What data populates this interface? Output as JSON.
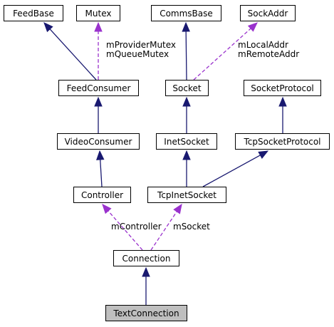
{
  "colors": {
    "inheritance_edge": "#191970",
    "usage_edge": "#9a32cd",
    "node_border": "#000000",
    "node_fill": "#ffffff",
    "current_node_fill": "#bfbfbf"
  },
  "nodes": {
    "feedbase": "FeedBase",
    "mutex": "Mutex",
    "commsbase": "CommsBase",
    "sockaddr": "SockAddr",
    "feedconsumer": "FeedConsumer",
    "socket": "Socket",
    "socketprotocol": "SocketProtocol",
    "videoconsumer": "VideoConsumer",
    "inetsocket": "InetSocket",
    "tcpsocketprotocol": "TcpSocketProtocol",
    "controller": "Controller",
    "tcpinetsocket": "TcpInetSocket",
    "connection": "Connection",
    "textconnection": "TextConnection"
  },
  "edge_labels": {
    "mutex_members": [
      "mProviderMutex",
      "mQueueMutex"
    ],
    "sockaddr_members": [
      "mLocalAddr",
      "mRemoteAddr"
    ],
    "controller_member": "mController",
    "socket_member": "mSocket"
  },
  "edges": [
    {
      "from": "feedconsumer",
      "to": "feedbase",
      "kind": "inheritance"
    },
    {
      "from": "feedconsumer",
      "to": "mutex",
      "kind": "usage"
    },
    {
      "from": "socket",
      "to": "commsbase",
      "kind": "inheritance"
    },
    {
      "from": "socket",
      "to": "sockaddr",
      "kind": "usage"
    },
    {
      "from": "videoconsumer",
      "to": "feedconsumer",
      "kind": "inheritance"
    },
    {
      "from": "inetsocket",
      "to": "socket",
      "kind": "inheritance"
    },
    {
      "from": "tcpsocketprotocol",
      "to": "socketprotocol",
      "kind": "inheritance"
    },
    {
      "from": "controller",
      "to": "videoconsumer",
      "kind": "inheritance"
    },
    {
      "from": "tcpinetsocket",
      "to": "inetsocket",
      "kind": "inheritance"
    },
    {
      "from": "tcpinetsocket",
      "to": "tcpsocketprotocol",
      "kind": "inheritance"
    },
    {
      "from": "connection",
      "to": "controller",
      "kind": "usage"
    },
    {
      "from": "connection",
      "to": "tcpinetsocket",
      "kind": "usage"
    },
    {
      "from": "textconnection",
      "to": "connection",
      "kind": "inheritance"
    }
  ]
}
